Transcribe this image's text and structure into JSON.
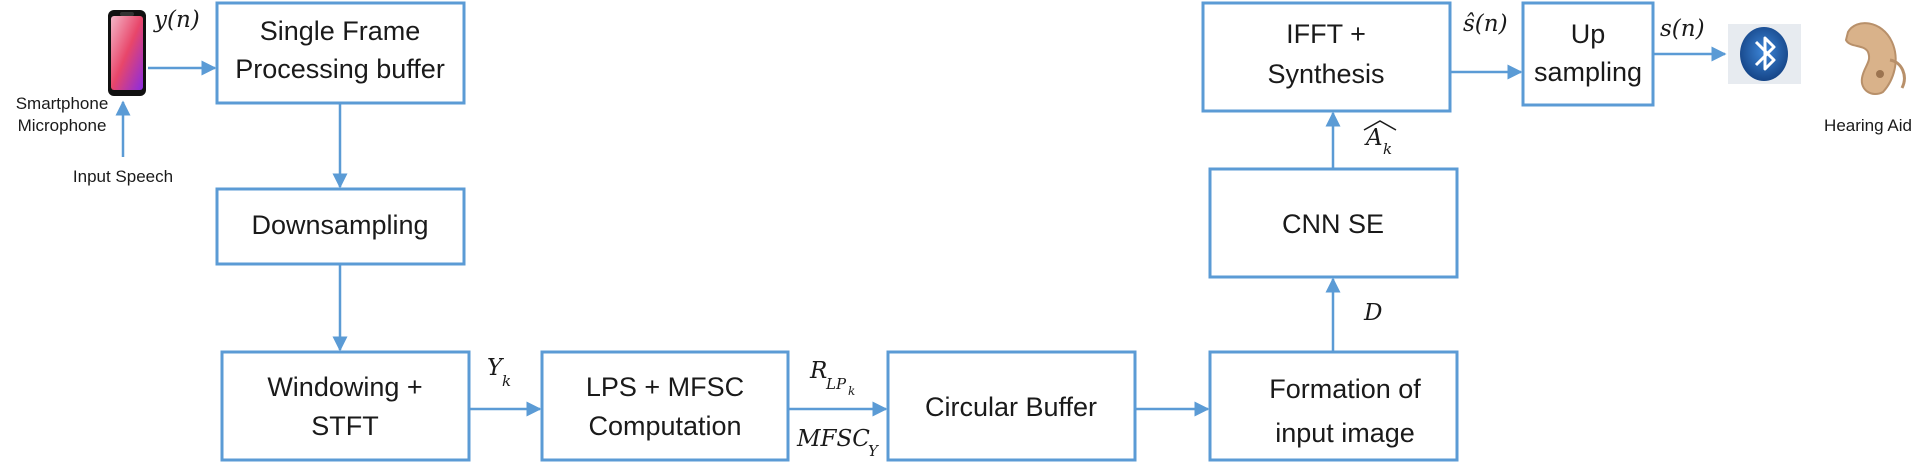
{
  "blocks": {
    "frame_buffer": [
      "Single Frame",
      "Processing buffer"
    ],
    "downsampling": [
      "Downsampling"
    ],
    "windowing": [
      "Windowing +",
      "STFT"
    ],
    "lps_mfsc": [
      "LPS + MFSC",
      "Computation"
    ],
    "circular_buffer": [
      "Circular Buffer"
    ],
    "formation": [
      "Formation of",
      "input image"
    ],
    "cnn_se": [
      "CNN SE"
    ],
    "ifft": [
      "IFFT +",
      "Synthesis"
    ],
    "upsampling": [
      "Up",
      "sampling"
    ]
  },
  "captions": {
    "smartphone": [
      "Smartphone",
      "Microphone"
    ],
    "input_speech": "Input Speech",
    "hearing_aid": "Hearing Aid"
  },
  "signals": {
    "y_n": "y(n)",
    "Y_k": {
      "base": "Y",
      "sub": "k"
    },
    "R_LP": {
      "base": "R",
      "sub": "LP",
      "subsub": "k"
    },
    "MFSC_Y": {
      "base": "MFSC",
      "sub": "Y"
    },
    "D": "D",
    "A_k": {
      "base": "A",
      "sub": "k"
    },
    "s_hat_n": "ŝ(n)",
    "s_n": "s(n)"
  },
  "icons": [
    "smartphone-icon",
    "bluetooth-icon",
    "hearing-aid-icon"
  ],
  "colors": {
    "line": "#5b9bd5",
    "bluetooth": "#1f5fa8",
    "phone_screen": "#e8466a",
    "hearing_aid": "#d9b28a"
  }
}
